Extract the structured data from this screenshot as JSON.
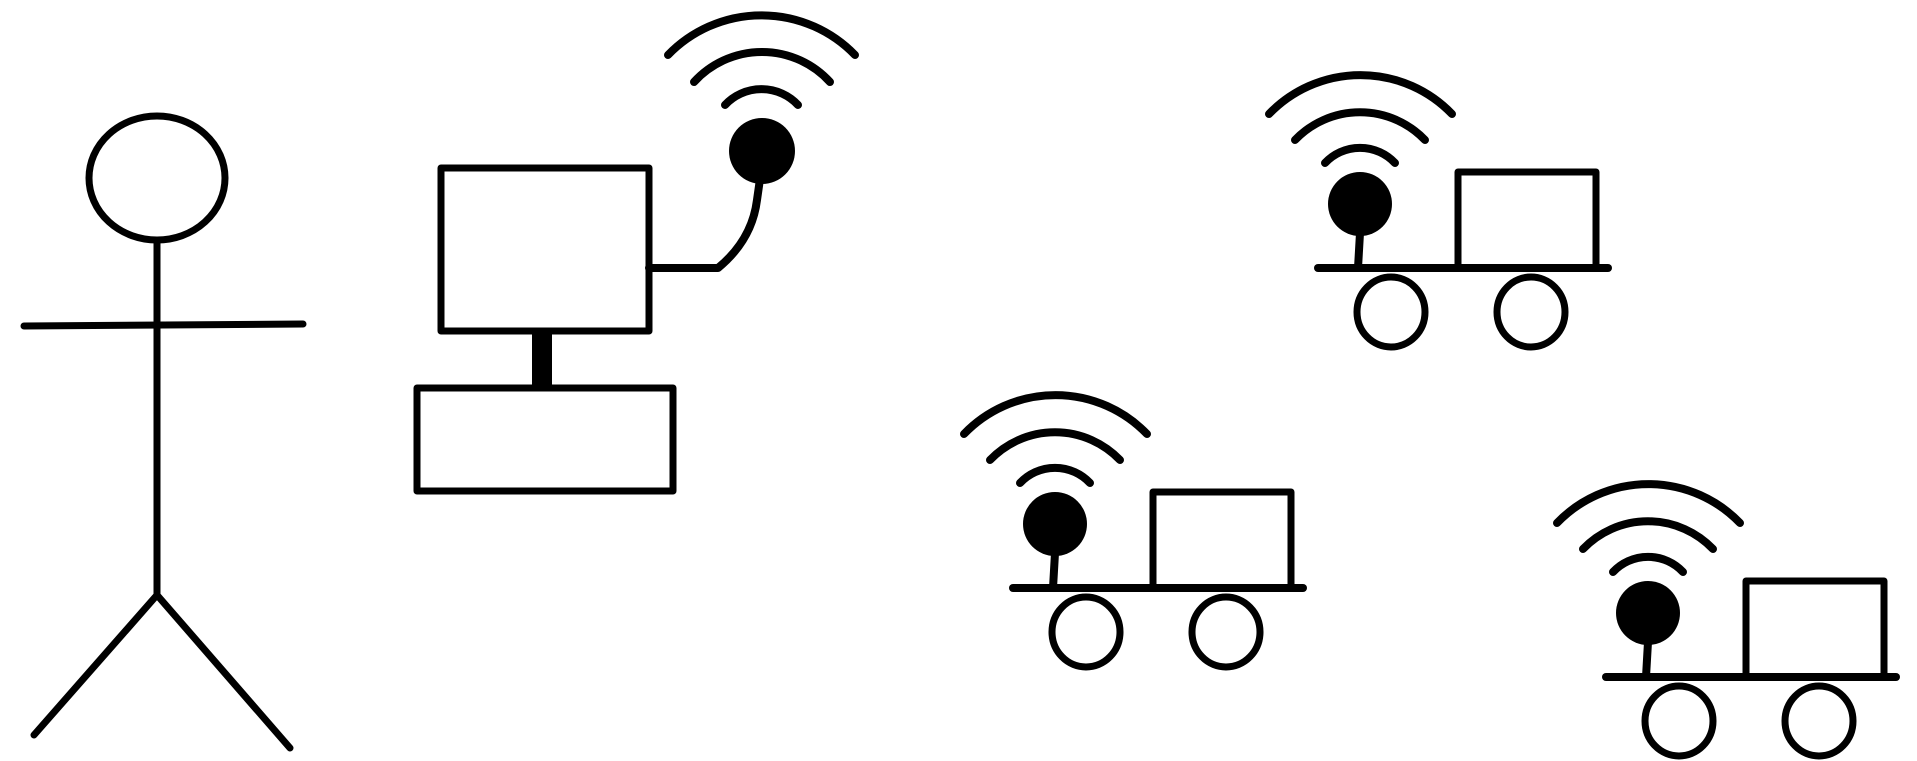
{
  "diagram": {
    "background": "#ffffff",
    "ink": "#000000",
    "figures": [
      {
        "kind": "stick-figure",
        "icon": "person-icon"
      },
      {
        "kind": "computer",
        "icon": "computer-icon",
        "accessory": "wireless-antenna-icon"
      },
      {
        "kind": "robot-cart",
        "icon": "robot-cart-icon",
        "count": 3
      }
    ]
  }
}
